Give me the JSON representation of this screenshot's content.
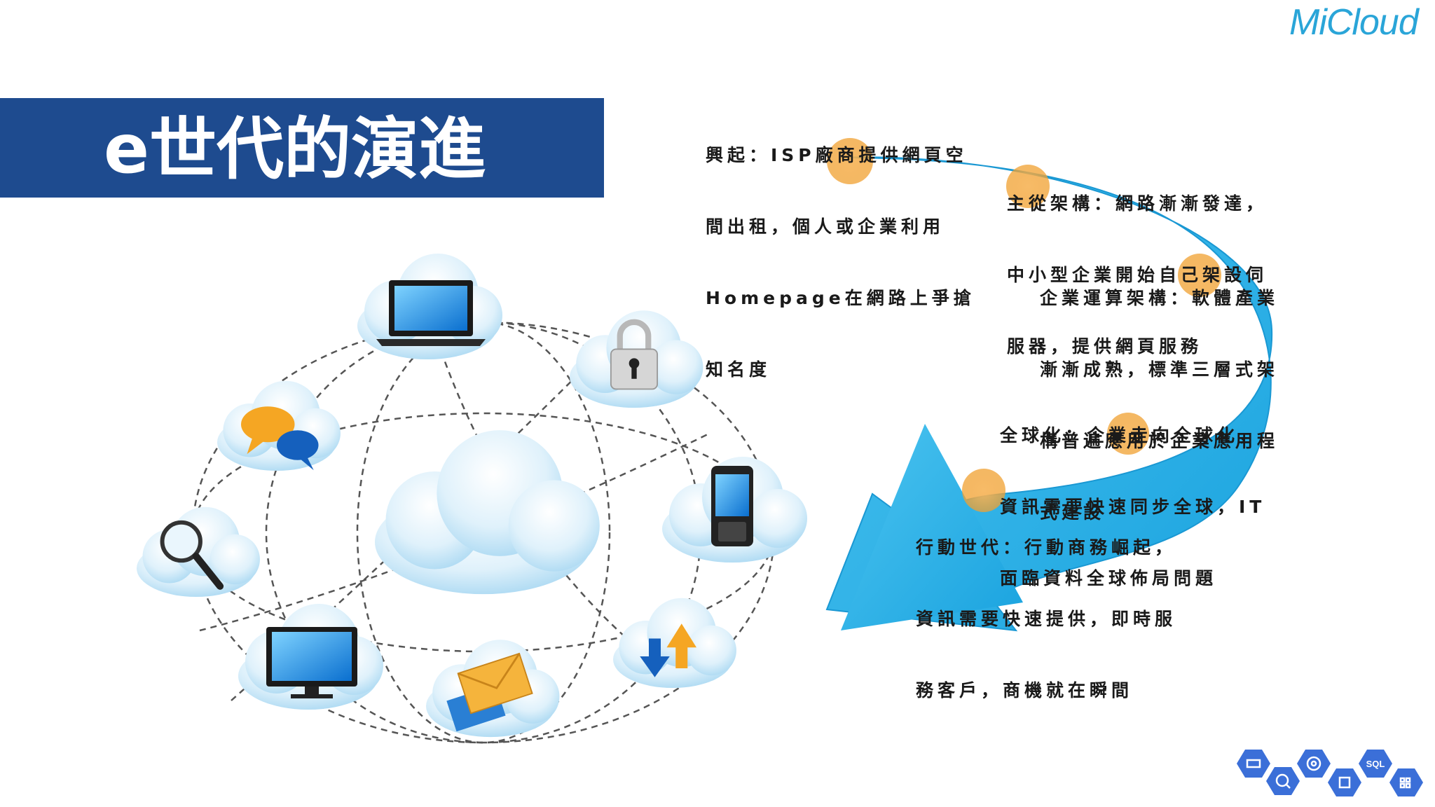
{
  "brand": {
    "logo_text": "MiCloud",
    "logo_color": "#2aa5d8"
  },
  "title": {
    "text": "e世代的演進",
    "band_color": "#1e4b8f"
  },
  "stages": [
    {
      "lines": [
        "興起：ISP廠商提供網頁空",
        "間出租，個人或企業利用",
        "Homepage在網路上爭搶",
        "知名度"
      ]
    },
    {
      "lines": [
        "主從架構：網路漸漸發達，",
        "中小型企業開始自己架設伺",
        "服器，提供網頁服務"
      ]
    },
    {
      "lines": [
        "企業運算架構：軟體產業",
        "漸漸成熟，標準三層式架",
        "構普遍應用於企業應用程",
        "式建設"
      ]
    },
    {
      "lines": [
        "全球化：企業走向全球化，",
        "資訊需要快速同步全球，IT",
        "面臨資料全球佈局問題"
      ]
    },
    {
      "lines": [
        "行動世代：行動商務崛起，",
        "資訊需要快速提供，即時服",
        "務客戶，商機就在瞬間"
      ]
    }
  ],
  "cloud_icons": [
    "laptop-icon",
    "lock-icon",
    "chat-bubbles-icon",
    "magnifier-icon",
    "smartphone-icon",
    "monitor-icon",
    "envelope-icon",
    "transfer-arrows-icon"
  ],
  "colors": {
    "arrow": "#29b6ea",
    "marker": "#f5a623",
    "cloud": "#cde9f8"
  },
  "footer_badge": {
    "sql_label": "SQL"
  }
}
